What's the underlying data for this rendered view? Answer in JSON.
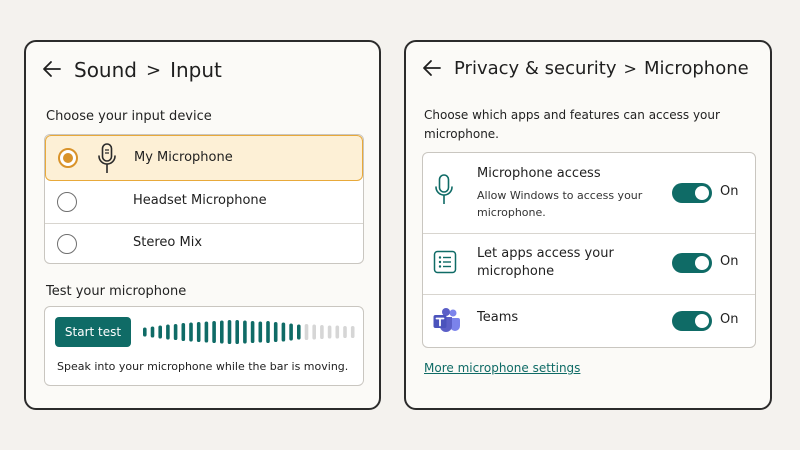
{
  "left": {
    "breadcrumb": [
      "Sound",
      "Input"
    ],
    "separator": ">",
    "device_section_label": "Choose your input device",
    "devices": [
      {
        "name": "My Microphone",
        "selected": true
      },
      {
        "name": "Headset Microphone",
        "selected": false
      },
      {
        "name": "Stereo Mix",
        "selected": false
      }
    ],
    "test_section_label": "Test your microphone",
    "start_test_label": "Start test",
    "level_meter": {
      "active_bars": 21,
      "total_bars": 28
    },
    "test_hint": "Speak into your microphone while the bar is moving."
  },
  "right": {
    "breadcrumb": [
      "Privacy & security",
      "Microphone"
    ],
    "separator": ">",
    "description": "Choose which apps and features can access your microphone.",
    "settings": [
      {
        "title": "Microphone access",
        "subtitle": "Allow Windows to access your microphone.",
        "icon": "microphone-icon",
        "state": "On",
        "on": true
      },
      {
        "title": "Let apps access your microphone",
        "subtitle": "",
        "icon": "app-list-icon",
        "state": "On",
        "on": true
      },
      {
        "title": "Teams",
        "subtitle": "",
        "icon": "teams-icon",
        "state": "On",
        "on": true
      }
    ],
    "more_link": "More microphone settings"
  },
  "colors": {
    "accent": "#0f6b66",
    "selected_bg": "#fdf0d6",
    "selected_border": "#e8a93a",
    "radio_selected": "#d9932a",
    "meter_inactive": "#d6d6d6",
    "teams_purple": "#5b5fc7"
  }
}
